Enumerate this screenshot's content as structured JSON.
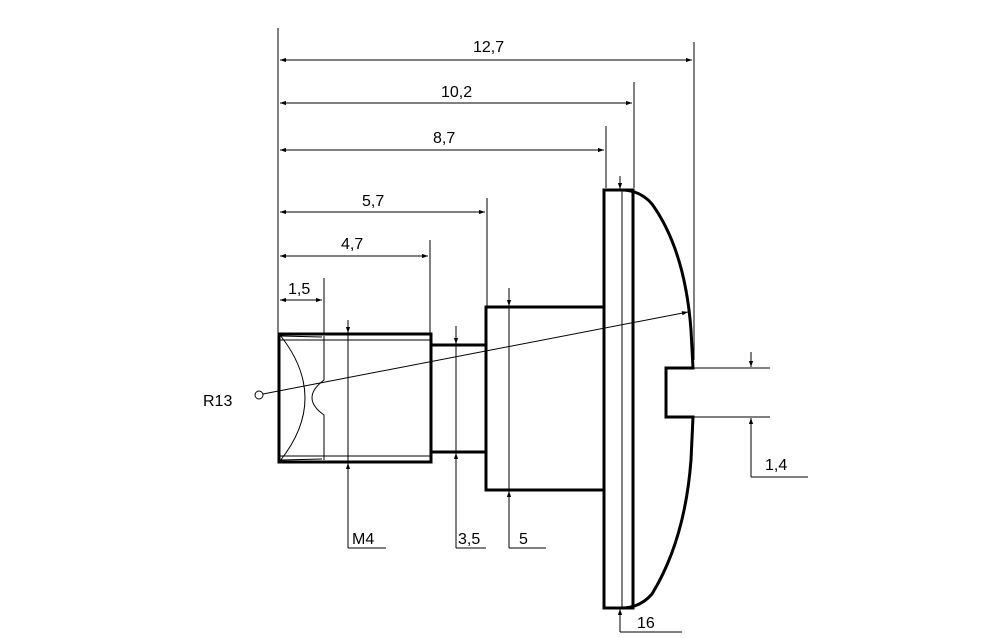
{
  "drawing": {
    "dimensions": {
      "overall_length": "12,7",
      "length_to_flange_back": "10,2",
      "length_to_flange_front": "8,7",
      "length_to_collar_end": "5,7",
      "length_to_thread_end": "4,7",
      "thread_chamfer": "1,5",
      "slot_width": "1,4",
      "radius": "R13",
      "thread": "M4",
      "neck_diameter": "3,5",
      "collar_diameter": "5",
      "head_diameter": "16"
    }
  }
}
